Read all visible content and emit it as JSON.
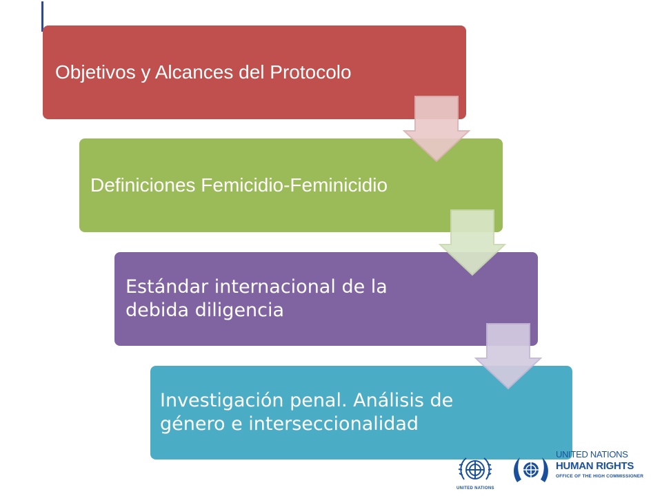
{
  "steps": [
    {
      "label": "Objetivos y Alcances del Protocolo"
    },
    {
      "label": "Definiciones Femicidio-Feminicidio"
    },
    {
      "label": "Estándar internacional de la debida diligencia"
    },
    {
      "label": "Investigación penal. Análisis de género e interseccionalidad"
    }
  ],
  "colors": {
    "step1": "#c0504d",
    "step2": "#9bbb59",
    "step3": "#8064a2",
    "step4": "#4bacc6",
    "un_blue": "#1a4f9c"
  },
  "logos": {
    "un_caption": "UNITED NATIONS",
    "ohchr_line1": "UNITED NATIONS",
    "ohchr_line2": "HUMAN RIGHTS",
    "ohchr_line3": "OFFICE OF THE HIGH COMMISSIONER"
  }
}
